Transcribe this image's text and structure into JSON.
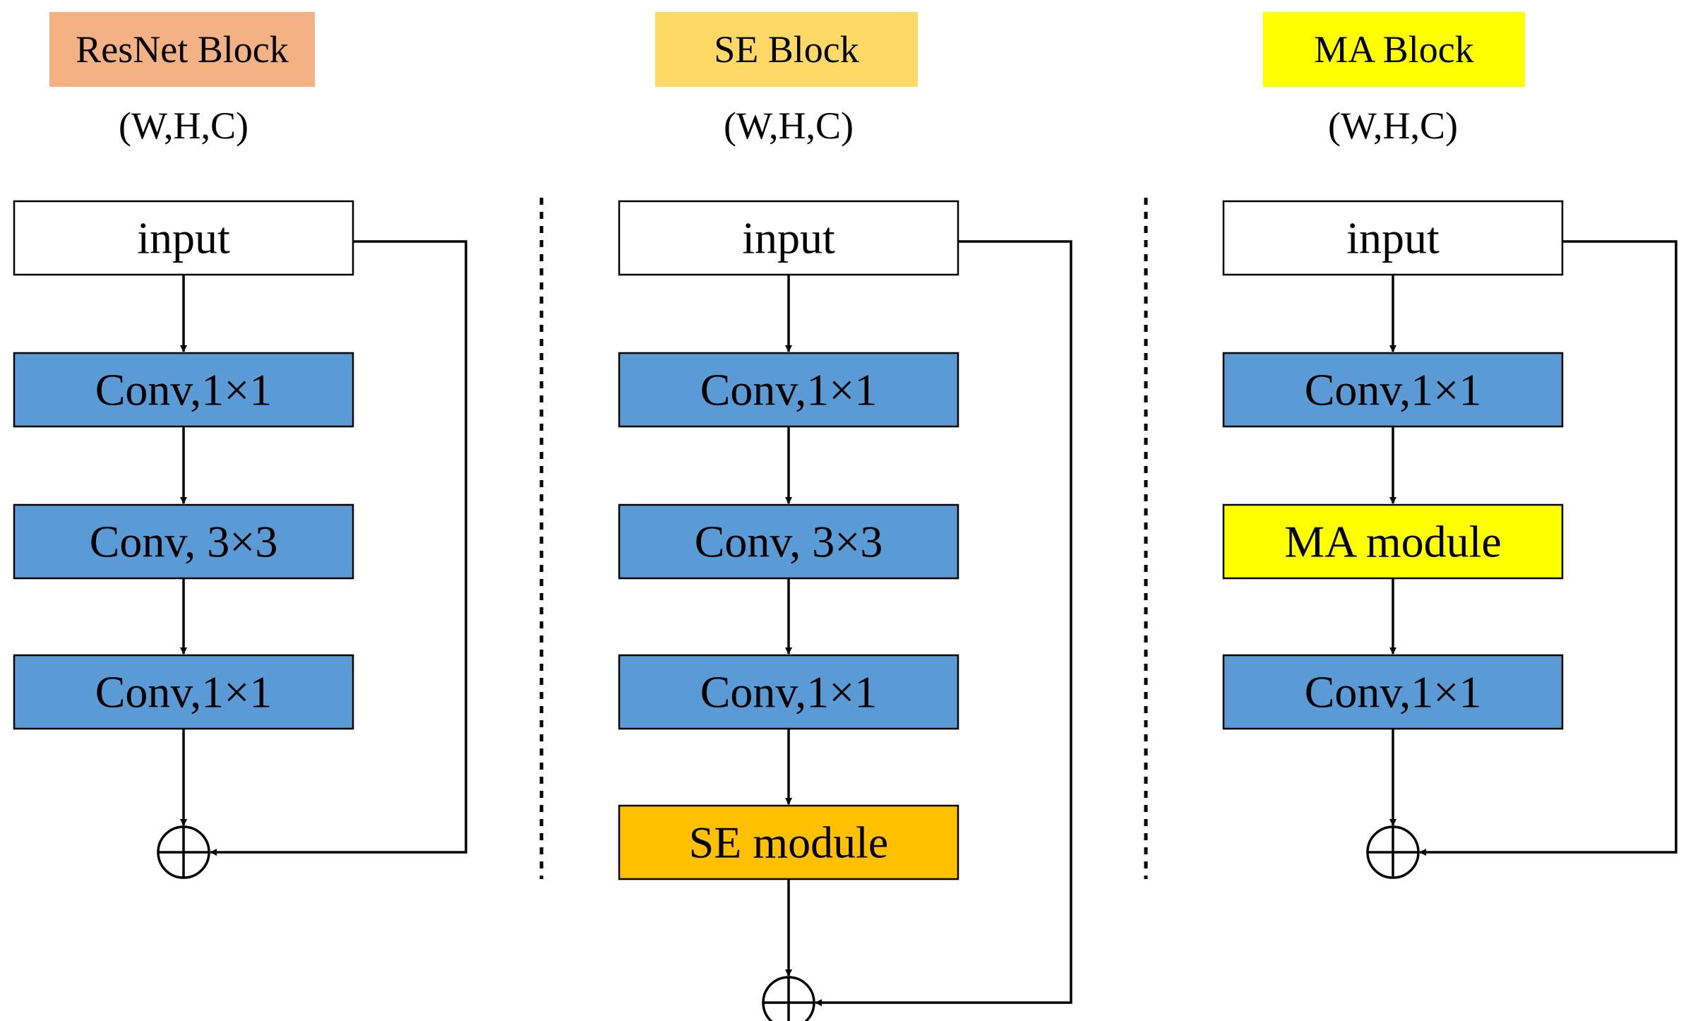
{
  "colors": {
    "resnet_title_bg": "#F4B183",
    "se_title_bg": "#FFD966",
    "ma_title_bg": "#FFFF00",
    "conv_fill": "#5B9BD5",
    "se_module_fill": "#FFC000",
    "ma_module_fill": "#FFFF00",
    "input_fill": "#FFFFFF"
  },
  "blocks": [
    {
      "title": "ResNet Block",
      "dims": "(W,H,C)",
      "layers": [
        "input",
        "Conv,1×1",
        "Conv, 3×3",
        "Conv,1×1"
      ],
      "kinds": [
        "input",
        "conv",
        "conv",
        "conv"
      ]
    },
    {
      "title": "SE Block",
      "dims": "(W,H,C)",
      "layers": [
        "input",
        "Conv,1×1",
        "Conv, 3×3",
        "Conv,1×1",
        "SE module"
      ],
      "kinds": [
        "input",
        "conv",
        "conv",
        "conv",
        "se"
      ]
    },
    {
      "title": "MA Block",
      "dims": "(W,H,C)",
      "layers": [
        "input",
        "Conv,1×1",
        "MA module",
        "Conv,1×1"
      ],
      "kinds": [
        "input",
        "conv",
        "ma",
        "conv"
      ]
    }
  ]
}
